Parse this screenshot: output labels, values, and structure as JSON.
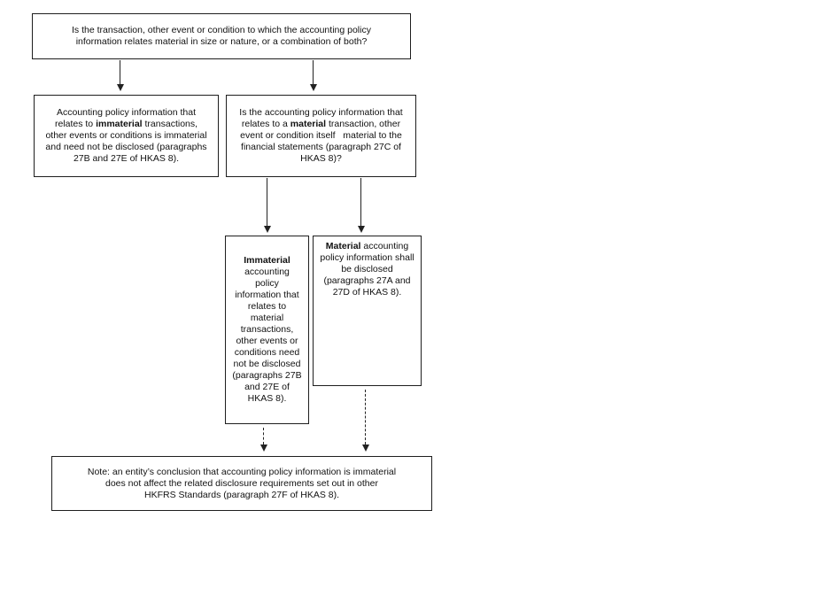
{
  "page": {
    "background": "#ffffff"
  },
  "colors": {
    "box_border": "#1e1e1e",
    "text": "#111111",
    "arrow": "#222222"
  },
  "flowchart": {
    "boxes": {
      "question_transaction_materiality": {
        "text": "Is the transaction, other event or condition to which the accounting policy\ninformation relates material in size or nature, or a combination of both?"
      },
      "outcome_immaterial_transactions": {
        "text": "Accounting policy information that\nrelates to **immaterial** transactions,\nother events or conditions is immaterial\nand need not be disclosed (paragraphs\n27B and 27E of HKAS 8)."
      },
      "question_policy_info_materiality": {
        "text": "Is the accounting policy information that\nrelates to a **material** transaction, other\nevent or condition itself   material to the\nfinancial statements (paragraph 27C of\nHKAS 8)?"
      },
      "outcome_immaterial_policy_info": {
        "text": "**Immaterial**\naccounting\npolicy\ninformation that\nrelates to\nmaterial\ntransactions,\nother events or\nconditions need\nnot be disclosed\n(paragraphs 27B\nand 27E of\nHKAS 8)."
      },
      "outcome_material_policy_info": {
        "text": "**Material** accounting\npolicy information shall\nbe disclosed\n(paragraphs 27A and\n27D of HKAS 8)."
      },
      "note": {
        "text": "Note: an entity’s conclusion that accounting policy information is immaterial\ndoes not affect the related disclosure requirements set out in other\nHKFRS Standards (paragraph 27F of HKAS 8)."
      }
    },
    "connectors": [
      {
        "from": "question_transaction_materiality",
        "to": "outcome_immaterial_transactions",
        "style": "solid"
      },
      {
        "from": "question_transaction_materiality",
        "to": "question_policy_info_materiality",
        "style": "solid"
      },
      {
        "from": "question_policy_info_materiality",
        "to": "outcome_immaterial_policy_info",
        "style": "solid"
      },
      {
        "from": "question_policy_info_materiality",
        "to": "outcome_material_policy_info",
        "style": "solid"
      },
      {
        "from": "outcome_immaterial_policy_info",
        "to": "note",
        "style": "dashed"
      },
      {
        "from": "outcome_material_policy_info",
        "to": "note",
        "style": "dashed"
      }
    ]
  }
}
